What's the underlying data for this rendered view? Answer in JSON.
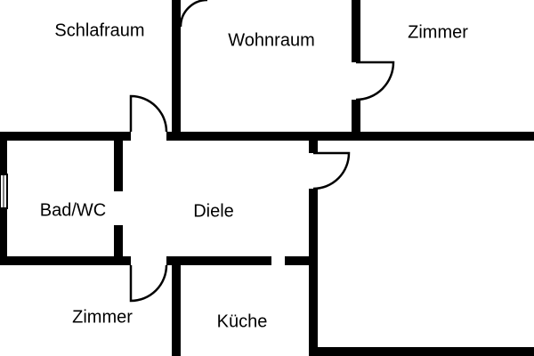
{
  "plan": {
    "rooms": [
      {
        "name": "Schlafraum"
      },
      {
        "name": "Wohnraum"
      },
      {
        "name": "Zimmer"
      },
      {
        "name": "Bad/WC"
      },
      {
        "name": "Diele"
      },
      {
        "name": "Zimmer"
      },
      {
        "name": "Küche"
      }
    ],
    "colors": {
      "wall": "#000000",
      "background": "#ffffff",
      "text": "#000000"
    }
  }
}
